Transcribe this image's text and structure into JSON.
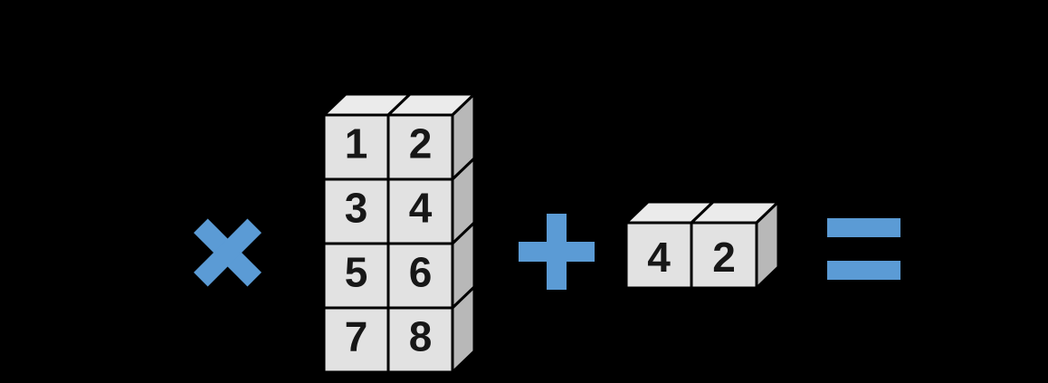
{
  "colors": {
    "background": "#000000",
    "accent_blue": "#5b9bd5",
    "cube_front": "#e2e2e2",
    "cube_top": "#ebebeb",
    "cube_side": "#b8b8b8",
    "outline": "#000000",
    "digit": "#171717"
  },
  "diagram": {
    "multiply_symbol": "×",
    "plus_symbol": "+",
    "equals_symbol": "=",
    "matrix": {
      "rows": 4,
      "cols": 2,
      "cells": [
        [
          "1",
          "2"
        ],
        [
          "3",
          "4"
        ],
        [
          "5",
          "6"
        ],
        [
          "7",
          "8"
        ]
      ]
    },
    "vector": {
      "rows": 1,
      "cols": 2,
      "cells": [
        [
          "4",
          "2"
        ]
      ]
    }
  }
}
